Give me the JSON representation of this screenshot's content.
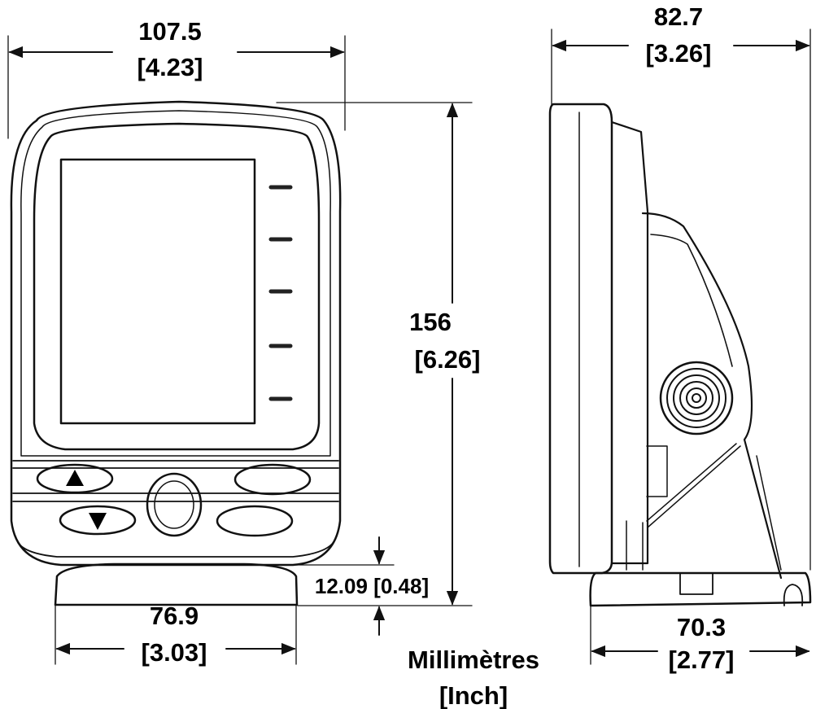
{
  "front_view": {
    "width_mm": "107.5",
    "width_in": "[4.23]",
    "height_mm": "156",
    "height_in": "[6.26]",
    "base_width_mm": "76.9",
    "base_width_in": "[3.03]",
    "base_height": "12.09 [0.48]",
    "up_button_icon": "up-triangle",
    "down_button_icon": "down-triangle"
  },
  "side_view": {
    "depth_mm": "82.7",
    "depth_in": "[3.26]",
    "base_depth_mm": "70.3",
    "base_depth_in": "[2.77]"
  },
  "units": {
    "primary": "Millimètres",
    "secondary": "[Inch]"
  }
}
